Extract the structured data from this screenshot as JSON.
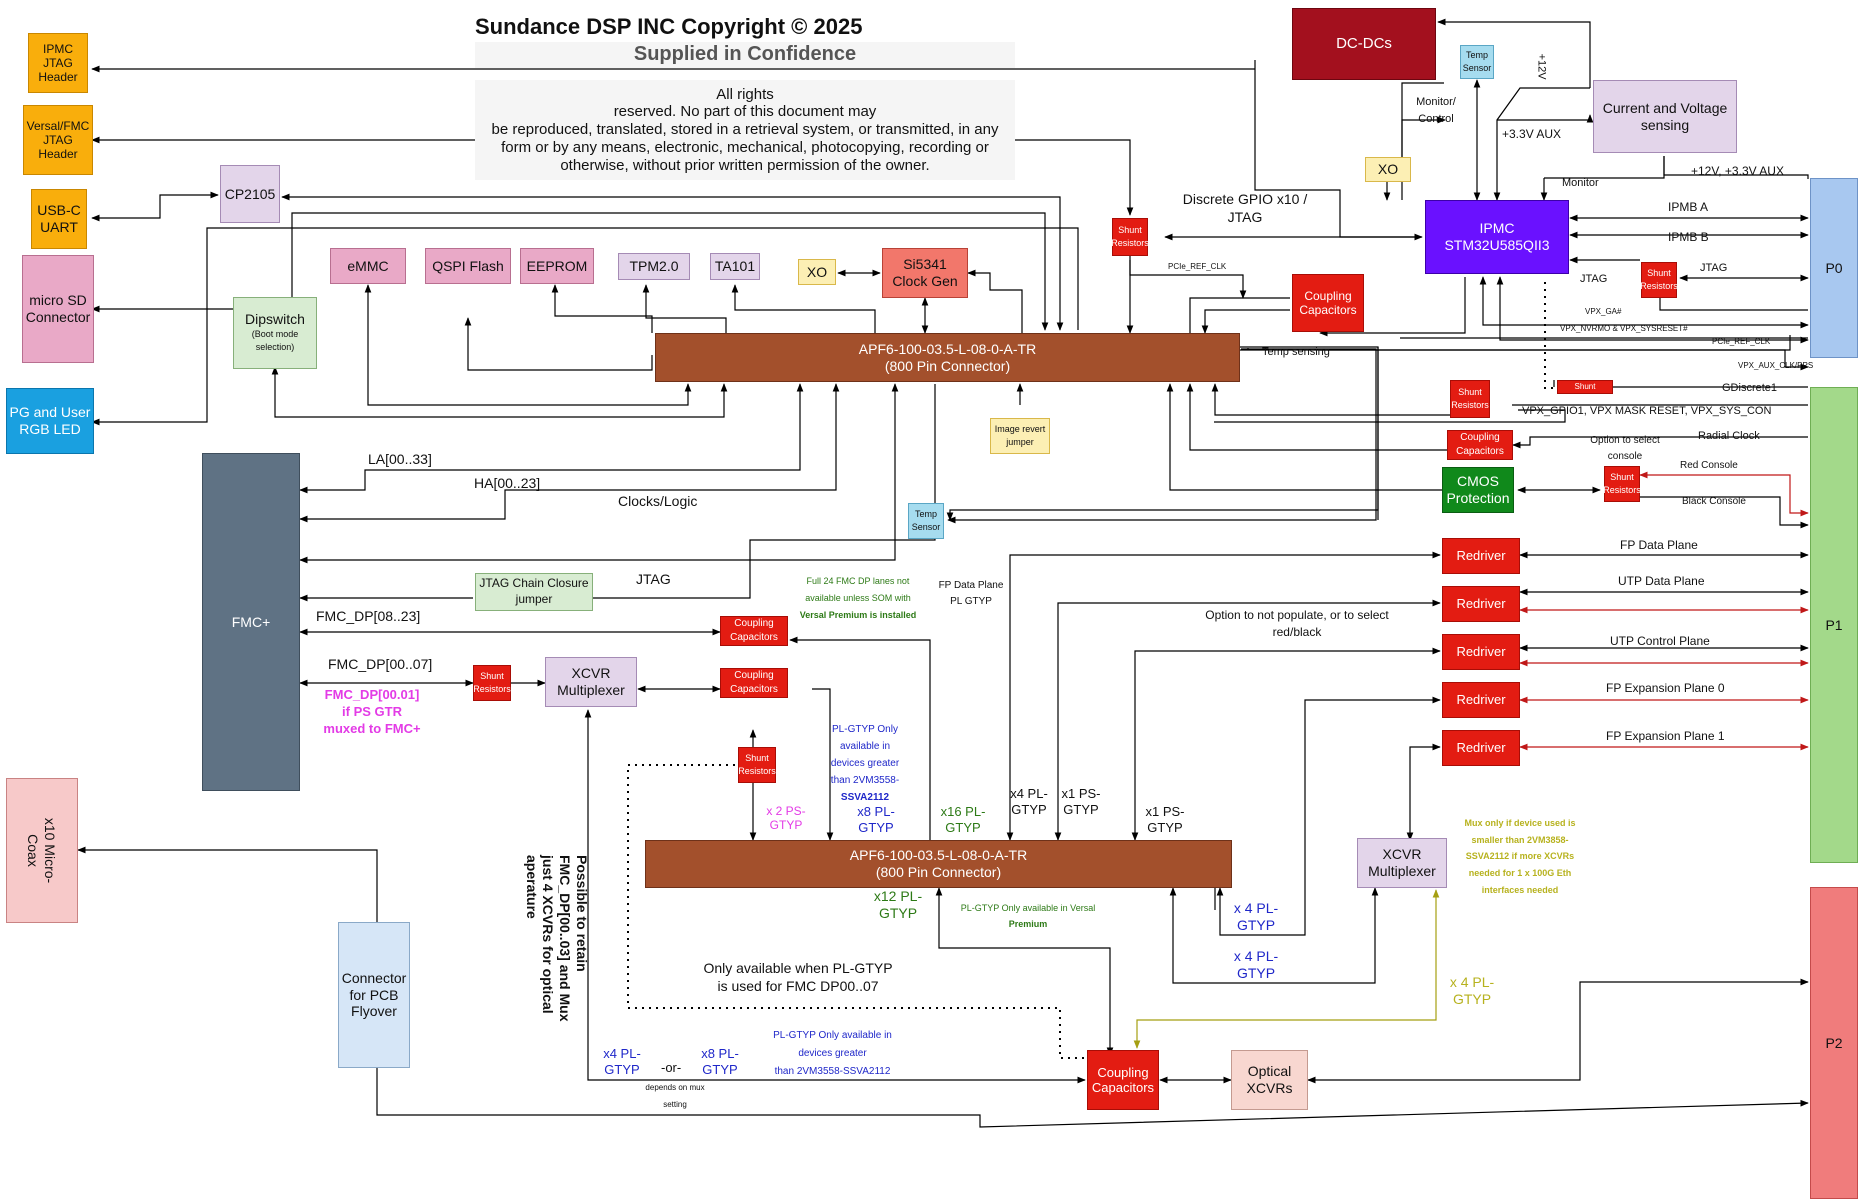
{
  "header": {
    "title": "Sundance DSP INC Copyright © 2025",
    "subtitle": "Supplied in Confidence",
    "notice_lines": [
      "All rights",
      "reserved.  No part of this document may",
      "be reproduced, translated, stored in a retrieval system, or transmitted, in any",
      "form or by any means, electronic, mechanical, photocopying, recording or",
      "otherwise, without prior written permission of the owner."
    ]
  },
  "blocks": {
    "ipmc_jtag": [
      "IPMC",
      "JTAG",
      "Header"
    ],
    "versal_jtag": [
      "Versal/FMC",
      "JTAG",
      "Header"
    ],
    "usbc": [
      "USB-C",
      "UART"
    ],
    "microsd": [
      "micro SD",
      "Connector"
    ],
    "pg_led": [
      "PG and User",
      "RGB LED"
    ],
    "cp2105": "CP2105",
    "emmc": "eMMC",
    "qspi": "QSPI Flash",
    "eeprom": "EEPROM",
    "tpm": "TPM2.0",
    "ta101": "TA101",
    "xo1": "XO",
    "si5341": [
      "Si5341",
      "Clock Gen"
    ],
    "dipswitch": [
      "Dipswitch",
      "(Boot mode",
      "selection)"
    ],
    "conn_top": [
      "APF6-100-03.5-L-08-0-A-TR",
      "(800 Pin Connector)"
    ],
    "conn_bot": [
      "APF6-100-03.5-L-08-0-A-TR",
      "(800 Pin Connector)"
    ],
    "dcdc": "DC-DCs",
    "temp_top": [
      "Temp",
      "Sensor"
    ],
    "temp_mid": [
      "Temp",
      "Sensor"
    ],
    "cv_sense": [
      "Current and Voltage",
      "sensing"
    ],
    "xo2": "XO",
    "ipmc": [
      "IPMC",
      "STM32U585QII3"
    ],
    "shunt": [
      "Shunt",
      "Resistors"
    ],
    "coupling": [
      "Coupling",
      "Capacitors"
    ],
    "cmos": [
      "CMOS",
      "Protection"
    ],
    "image_revert": [
      "Image revert",
      "jumper"
    ],
    "fmc": "FMC+",
    "jtag_chain": [
      "JTAG Chain Closure",
      "jumper"
    ],
    "xcvr_mux": [
      "XCVR",
      "Multiplexer"
    ],
    "redriver": "Redriver",
    "coax": [
      "x10 Micro-",
      "Coax"
    ],
    "flyover": [
      "Connector",
      "for PCB",
      "Flyover"
    ],
    "optical": [
      "Optical",
      "XCVRs"
    ],
    "p0": "P0",
    "p1": "P1",
    "p2": "P2"
  },
  "labels": {
    "plus12v": "+12V",
    "monitor_control": [
      "Monitor/",
      "Control"
    ],
    "plus33aux": "+3.3V AUX",
    "monitor": "Monitor",
    "plus12_33aux": "+12V, +3.3V AUX",
    "discrete_gpio": [
      "Discrete GPIO x10 /",
      "JTAG"
    ],
    "ipmb_a": "IPMB A",
    "ipmb_b": "IPMB B",
    "jtag": "JTAG",
    "pcie_ref_clk": "PCIe_REF_CLK",
    "vpx_ga": "VPX_GA#",
    "vpx_nvrmo": "VPX_NVRMO & VPX_SYSRESET#",
    "pcie_ref_clk2": "PCIe_REF_CLK",
    "vpx_aux_clk": "VPX_AUX_CLK/PPS",
    "temp_sensing": "Temp sensing",
    "gdiscrete": "GDiscrete1",
    "vpx_gpio": "VPX_GPIO1, VPX MASK RESET, VPX_SYS_CON",
    "radial_clock": "Radial Clock",
    "option_console": [
      "Option to select",
      "console"
    ],
    "red_console": "Red Console",
    "black_console": "Black Console",
    "la": "LA[00..33]",
    "ha": "HA[00..23]",
    "clocks_logic": "Clocks/Logic",
    "jtag_fmc": "JTAG",
    "fmc_dp0823": "FMC_DP[08..23]",
    "fmc_dp0007": "FMC_DP[00..07]",
    "fmc_dp0001": [
      "FMC_DP[00.01]",
      "if PS GTR",
      "muxed to FMC+"
    ],
    "fmc_note": [
      "Full 24 FMC DP lanes not",
      "available unless SOM with",
      "Versal Premium is installed"
    ],
    "fp_data_plgtyp": [
      "FP Data Plane",
      "PL GTYP"
    ],
    "option_populate": [
      "Option to not populate, or to select",
      "red/black"
    ],
    "fp_data_plane": "FP Data Plane",
    "utp_data_plane": "UTP Data Plane",
    "utp_control_plane": "UTP Control Plane",
    "fp_exp0": "FP Expansion Plane 0",
    "fp_exp1": "FP Expansion Plane 1",
    "plgtyp_note": [
      "PL-GTYP Only",
      "available in",
      "devices greater",
      "than 2VM3558-",
      "SSVA2112"
    ],
    "x2_ps": [
      "x 2 PS-",
      "GTYP"
    ],
    "x8_pl": [
      "x8 PL-",
      "GTYP"
    ],
    "x16_pl": [
      "x16 PL-",
      "GTYP"
    ],
    "x4_pl": [
      "x4 PL-",
      "GTYP"
    ],
    "x1_ps_a": [
      "x1 PS-",
      "GTYP"
    ],
    "x1_ps_b": [
      "x1 PS-",
      "GTYP"
    ],
    "mux_note": [
      "Mux only if device used is",
      "smaller than 2VM3858-",
      "SSVA2112 if more XCVRs",
      "needed for 1 x 100G Eth",
      "interfaces needed"
    ],
    "x12_pl": [
      "x12 PL-",
      "GTYP"
    ],
    "versal_premium_note": [
      "PL-GTYP Only available in Versal",
      "Premium"
    ],
    "x4pl_a": [
      "x 4 PL-",
      "GTYP"
    ],
    "x4pl_b": [
      "x 4 PL-",
      "GTYP"
    ],
    "x4pl_c": [
      "x 4 PL-",
      "GTYP"
    ],
    "possible_retain": [
      "Possible to retain",
      "FMC_DP[00..03] and Mux",
      "just 4 XCVRs for optical",
      "aperature"
    ],
    "only_available": [
      "Only available when PL-GTYP",
      "is used for FMC DP00..07"
    ],
    "plgtyp_note2": [
      "PL-GTYP Only available in",
      "devices greater",
      "than 2VM3558-SSVA2112"
    ],
    "x4pl_bot": [
      "x4 PL-",
      "GTYP"
    ],
    "or": "-or-",
    "x8pl_bot": [
      "x8 PL-",
      "GTYP"
    ],
    "depends_mux": [
      "depends on mux",
      "setting"
    ]
  }
}
